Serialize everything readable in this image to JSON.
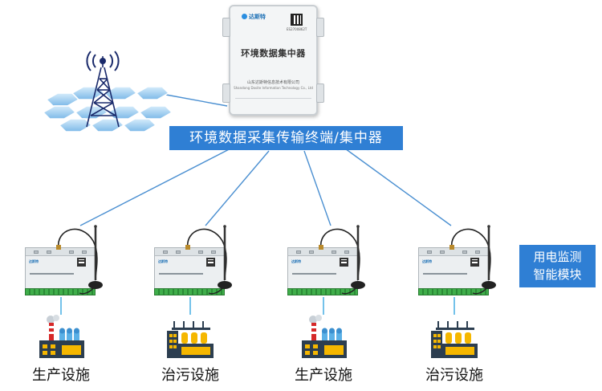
{
  "collector": {
    "brand": "达斯特",
    "title": "环境数据集中器",
    "company": "山东达斯特信息技术有限公司",
    "company_en": "Shandong  Dasite  Information  Technology  Co.,  Ltd",
    "qr_caption": "ES2700862T"
  },
  "banner": {
    "text": "环境数据采集传输终端/集中器"
  },
  "side_label": {
    "line1": "用电监测",
    "line2": "智能模块"
  },
  "module_brand": "达斯特",
  "facilities": [
    {
      "label": "生产设施",
      "kind": "factory"
    },
    {
      "label": "治污设施",
      "kind": "treatment-plant"
    },
    {
      "label": "生产设施",
      "kind": "factory"
    },
    {
      "label": "治污设施",
      "kind": "treatment-plant"
    }
  ],
  "colors": {
    "accent": "#2f7fd4",
    "link": "#4a8fd1",
    "terminal_green": "#3fae4a"
  }
}
